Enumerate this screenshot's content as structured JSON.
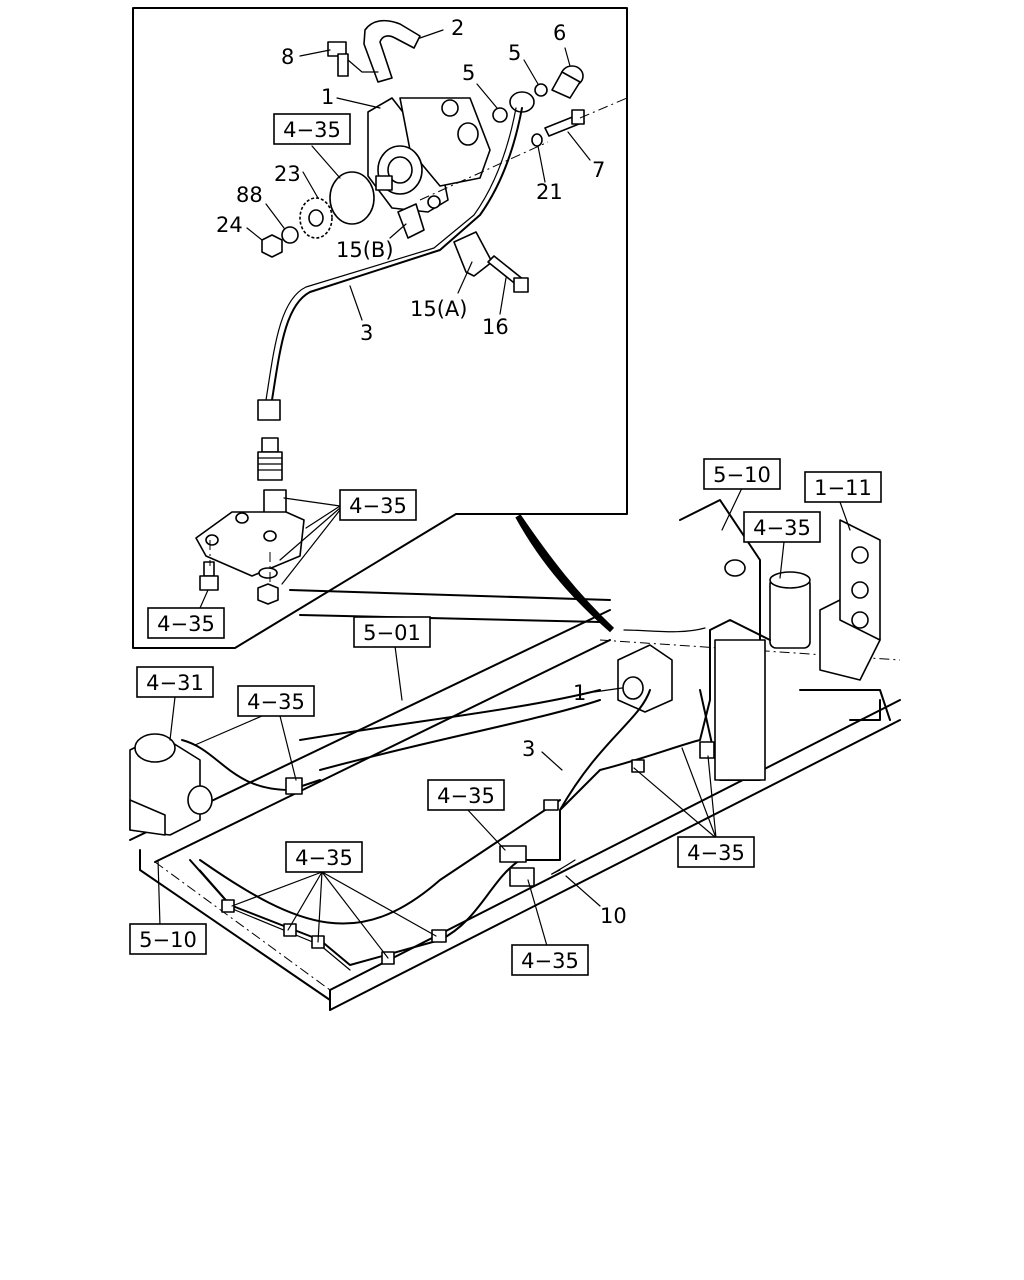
{
  "callouts": {
    "n2": "2",
    "n8": "8",
    "n5a": "5",
    "n5b": "5",
    "n6": "6",
    "n1_inset": "1",
    "n7": "7",
    "n21": "21",
    "n23": "23",
    "n88": "88",
    "n24": "24",
    "n15b": "15(B)",
    "n15a": "15(A)",
    "n16": "16",
    "n3_inset": "3",
    "n1_main": "1",
    "n3_main": "3",
    "n10": "10"
  },
  "refs": {
    "r435_inset_top": "4−35",
    "r435_inset_mid": "4−35",
    "r435_inset_bottom": "4−35",
    "r510_top": "5−10",
    "r111": "1−11",
    "r435_reservoir": "4−35",
    "r501": "5−01",
    "r431": "4−31",
    "r435_left": "4−35",
    "r435_center": "4−35",
    "r435_right": "4−35",
    "r435_lower_left": "4−35",
    "r510_bottom": "5−10",
    "r435_lower_center": "4−35"
  }
}
